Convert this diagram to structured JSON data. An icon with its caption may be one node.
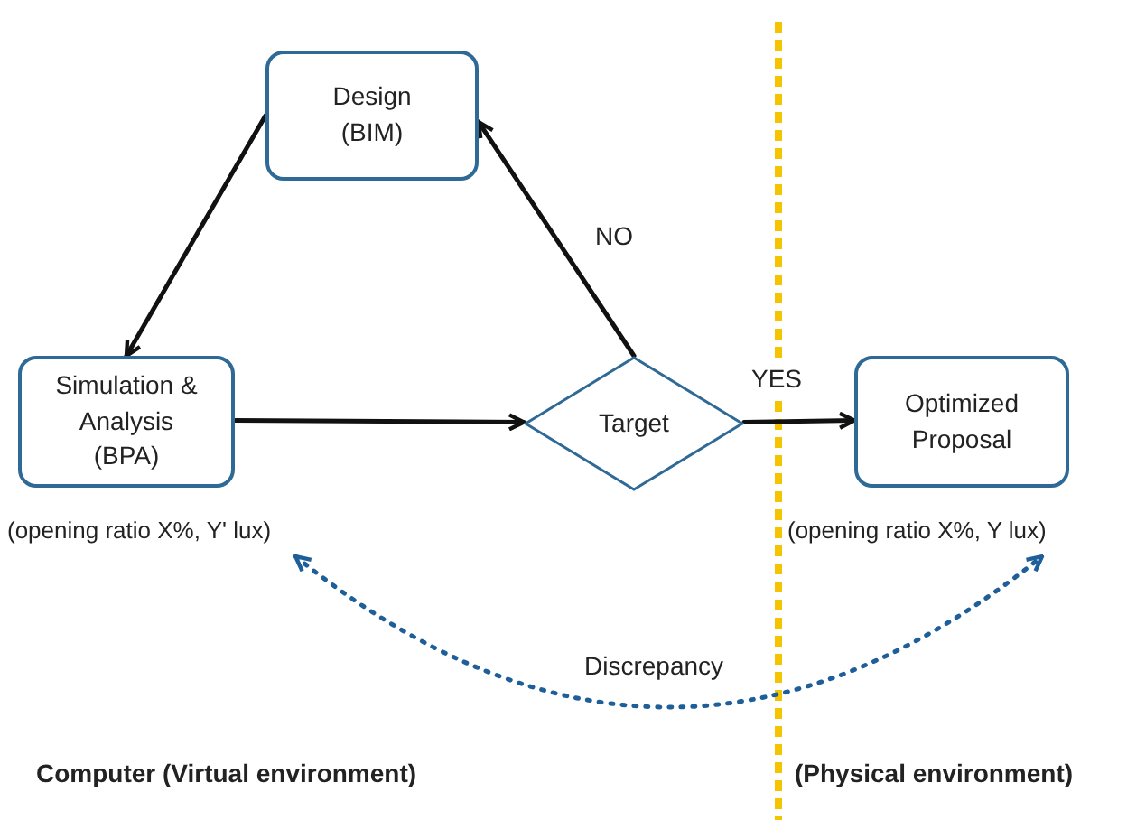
{
  "diagram": {
    "nodes": [
      {
        "text": [
          "Design (BIM)"
        ]
      },
      {
        "text": [
          "Simulation & Analysis (BPA)"
        ]
      },
      {
        "text": [
          "Target"
        ]
      },
      {
        "text": [
          "Optimized Proposal"
        ]
      },
      {
        "text": [
          "(opening ratio X%, Y' lux)"
        ]
      },
      {
        "text": [
          "(opening ratio X%, Y lux)"
        ]
      }
    ],
    "edges": [
      {
        "from": 0,
        "to": 1,
        "arrow": "to"
      },
      {
        "from": 1,
        "to": 2,
        "arrow": "to"
      },
      {
        "from": 2,
        "to": 0,
        "arrow": "to",
        "label": "NO"
      },
      {
        "from": 2,
        "to": 3,
        "arrow": "to",
        "label": "YES"
      },
      {
        "from": 4,
        "to": 5,
        "arrow": "both",
        "label": "Discrepancy",
        "style": "dashed",
        "color": "#1f5f99"
      }
    ],
    "labels": [
      "Computer (Virtual environment)",
      "(Physical environment)"
    ]
  }
}
